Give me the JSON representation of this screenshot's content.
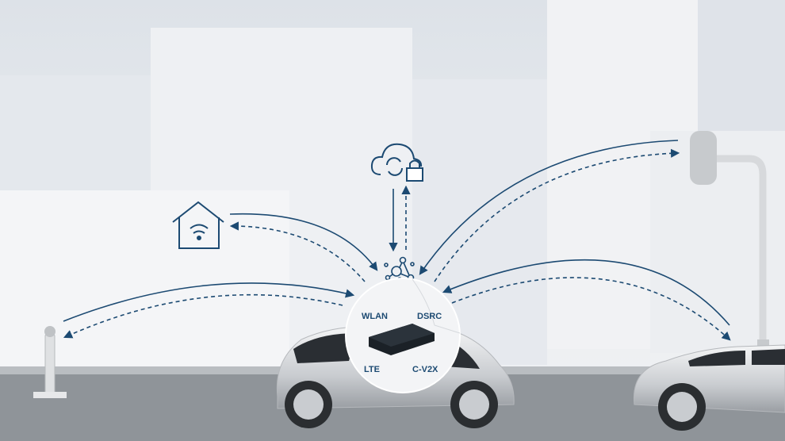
{
  "hub": {
    "labels": {
      "wlan": "WLAN",
      "dsrc": "DSRC",
      "lte": "LTE",
      "cv2x": "C-V2X"
    }
  },
  "icons": [
    "smart-home-icon",
    "cloud-sync-lock-icon",
    "network-hub-icon",
    "traffic-light",
    "roadside-post"
  ],
  "colors": {
    "accent": "#1c4a72",
    "background": "#e9ecf0",
    "road": "#8f9499"
  }
}
